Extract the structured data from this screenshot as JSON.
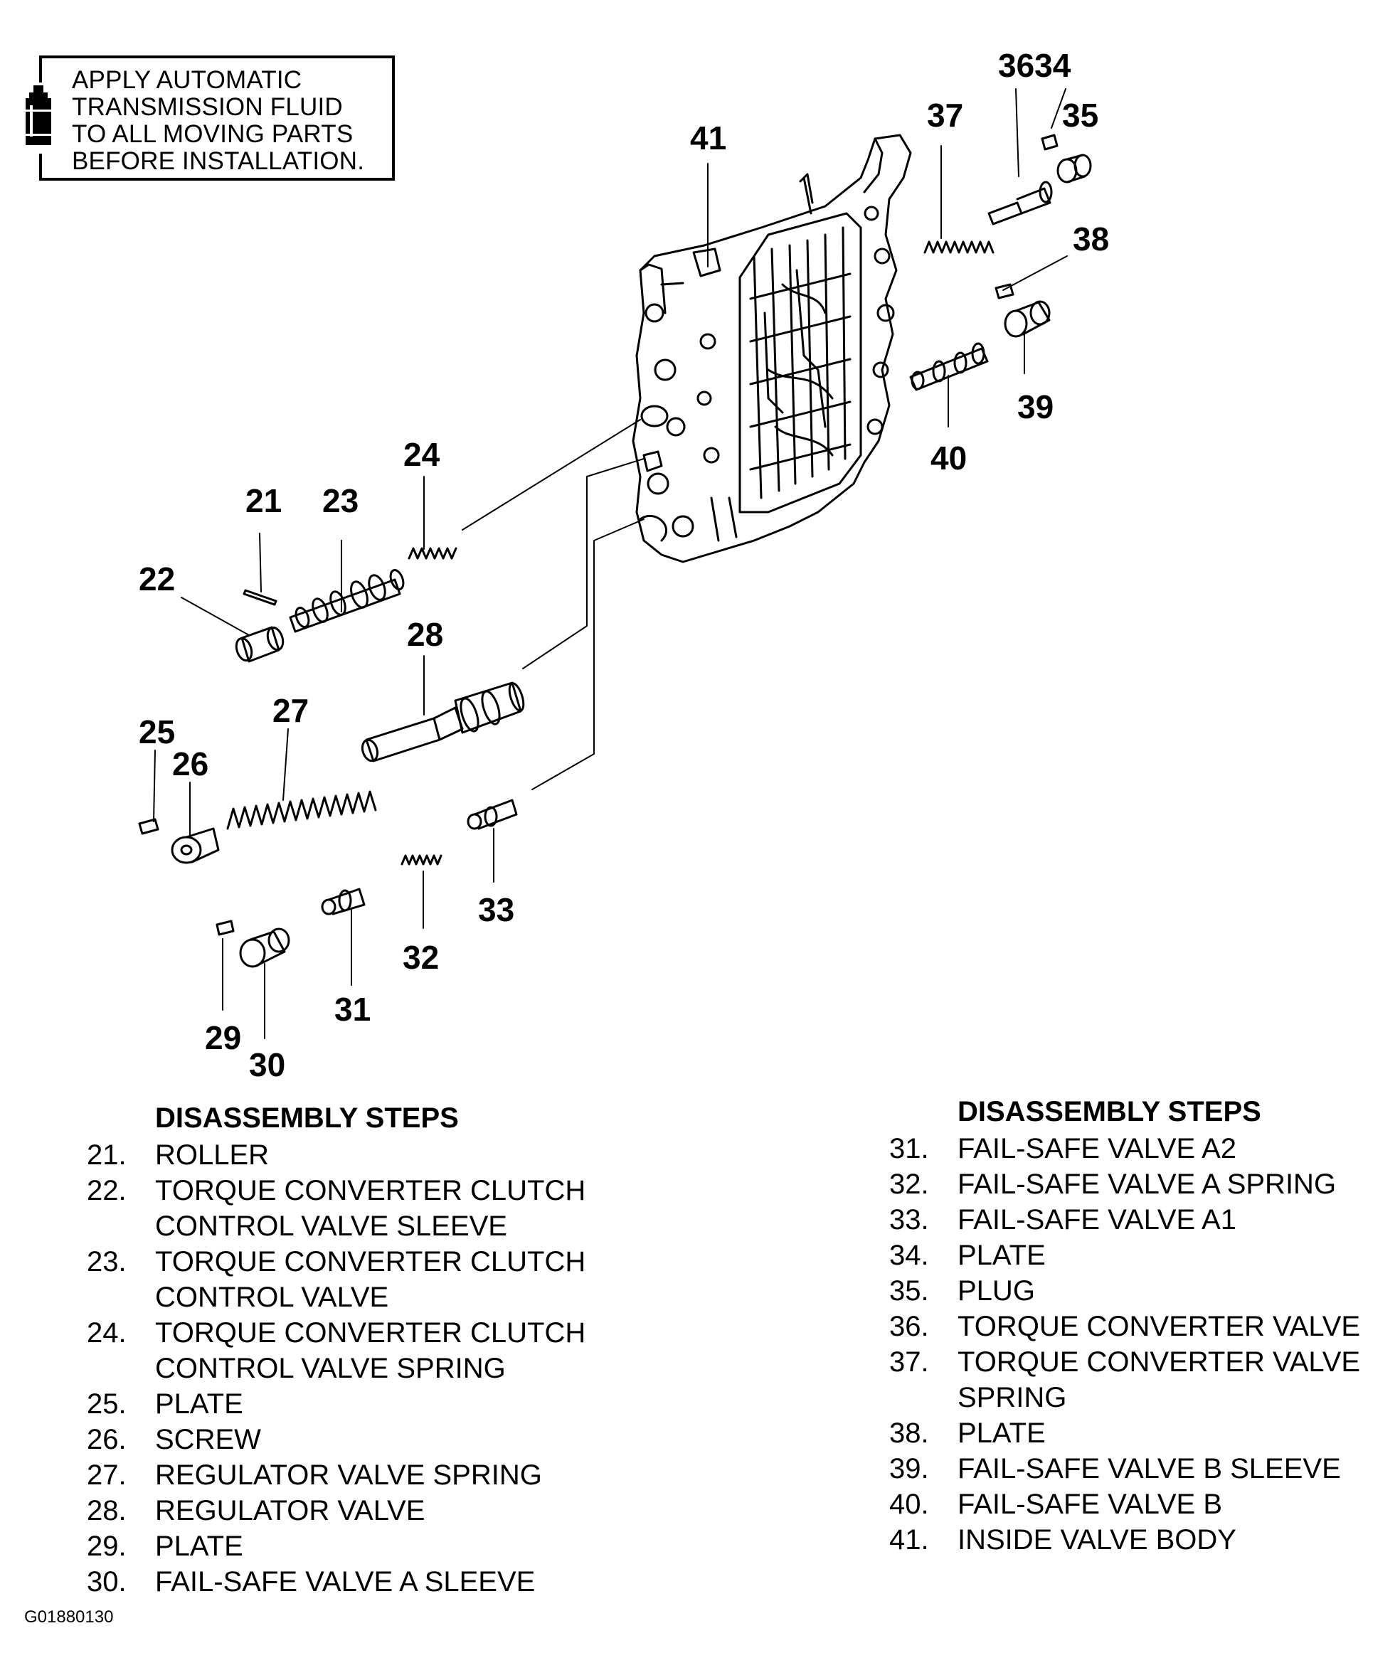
{
  "note": {
    "lines": [
      "APPLY AUTOMATIC",
      "TRANSMISSION FLUID",
      "TO ALL MOVING PARTS",
      "BEFORE INSTALLATION."
    ]
  },
  "callouts": {
    "c21": "21",
    "c22": "22",
    "c23": "23",
    "c24": "24",
    "c25": "25",
    "c26": "26",
    "c27": "27",
    "c28": "28",
    "c29": "29",
    "c30": "30",
    "c31": "31",
    "c32": "32",
    "c33": "33",
    "c3634": "3634",
    "c35": "35",
    "c37": "37",
    "c38": "38",
    "c39": "39",
    "c40": "40",
    "c41": "41"
  },
  "steps_left": {
    "heading": "DISASSEMBLY STEPS",
    "items": [
      {
        "num": "21.",
        "text": "ROLLER"
      },
      {
        "num": "22.",
        "text": "TORQUE CONVERTER CLUTCH\nCONTROL VALVE SLEEVE"
      },
      {
        "num": "23.",
        "text": "TORQUE CONVERTER CLUTCH\nCONTROL VALVE"
      },
      {
        "num": "24.",
        "text": "TORQUE CONVERTER CLUTCH\nCONTROL VALVE SPRING"
      },
      {
        "num": "25.",
        "text": "PLATE"
      },
      {
        "num": "26.",
        "text": "SCREW"
      },
      {
        "num": "27.",
        "text": "REGULATOR VALVE SPRING"
      },
      {
        "num": "28.",
        "text": "REGULATOR VALVE"
      },
      {
        "num": "29.",
        "text": "PLATE"
      },
      {
        "num": "30.",
        "text": "FAIL-SAFE VALVE A SLEEVE"
      }
    ]
  },
  "steps_right": {
    "heading": "DISASSEMBLY STEPS",
    "items": [
      {
        "num": "31.",
        "text": "FAIL-SAFE VALVE A2"
      },
      {
        "num": "32.",
        "text": "FAIL-SAFE VALVE A SPRING"
      },
      {
        "num": "33.",
        "text": "FAIL-SAFE VALVE A1"
      },
      {
        "num": "34.",
        "text": "PLATE"
      },
      {
        "num": "35.",
        "text": "PLUG"
      },
      {
        "num": "36.",
        "text": "TORQUE CONVERTER VALVE"
      },
      {
        "num": "37.",
        "text": "TORQUE CONVERTER VALVE\nSPRING"
      },
      {
        "num": "38.",
        "text": "PLATE"
      },
      {
        "num": "39.",
        "text": "FAIL-SAFE VALVE B SLEEVE"
      },
      {
        "num": "40.",
        "text": "FAIL-SAFE VALVE B"
      },
      {
        "num": "41.",
        "text": "INSIDE VALVE BODY"
      }
    ]
  },
  "figure_code": "G01880130"
}
